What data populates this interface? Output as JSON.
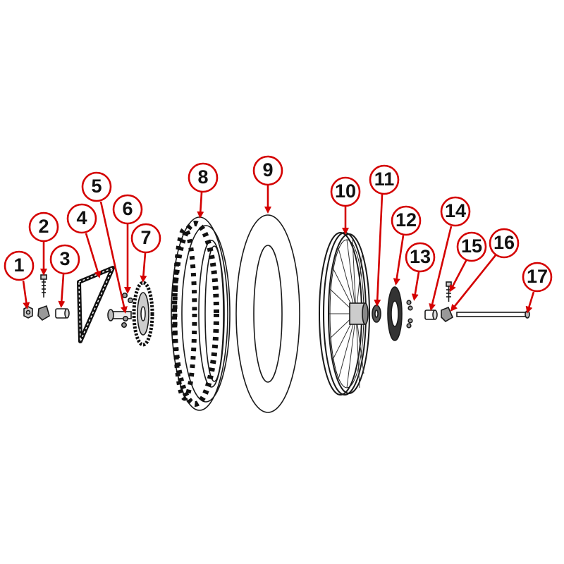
{
  "colors": {
    "callout": "#d40000",
    "line": "#1a1a1a",
    "background": "#ffffff"
  },
  "callouts": [
    {
      "id": 1,
      "label": "1"
    },
    {
      "id": 2,
      "label": "2"
    },
    {
      "id": 3,
      "label": "3"
    },
    {
      "id": 4,
      "label": "4"
    },
    {
      "id": 5,
      "label": "5"
    },
    {
      "id": 6,
      "label": "6"
    },
    {
      "id": 7,
      "label": "7"
    },
    {
      "id": 8,
      "label": "8"
    },
    {
      "id": 9,
      "label": "9"
    },
    {
      "id": 10,
      "label": "10"
    },
    {
      "id": 11,
      "label": "11"
    },
    {
      "id": 12,
      "label": "12"
    },
    {
      "id": 13,
      "label": "13"
    },
    {
      "id": 14,
      "label": "14"
    },
    {
      "id": 15,
      "label": "15"
    },
    {
      "id": 16,
      "label": "16"
    },
    {
      "id": 17,
      "label": "17"
    }
  ]
}
